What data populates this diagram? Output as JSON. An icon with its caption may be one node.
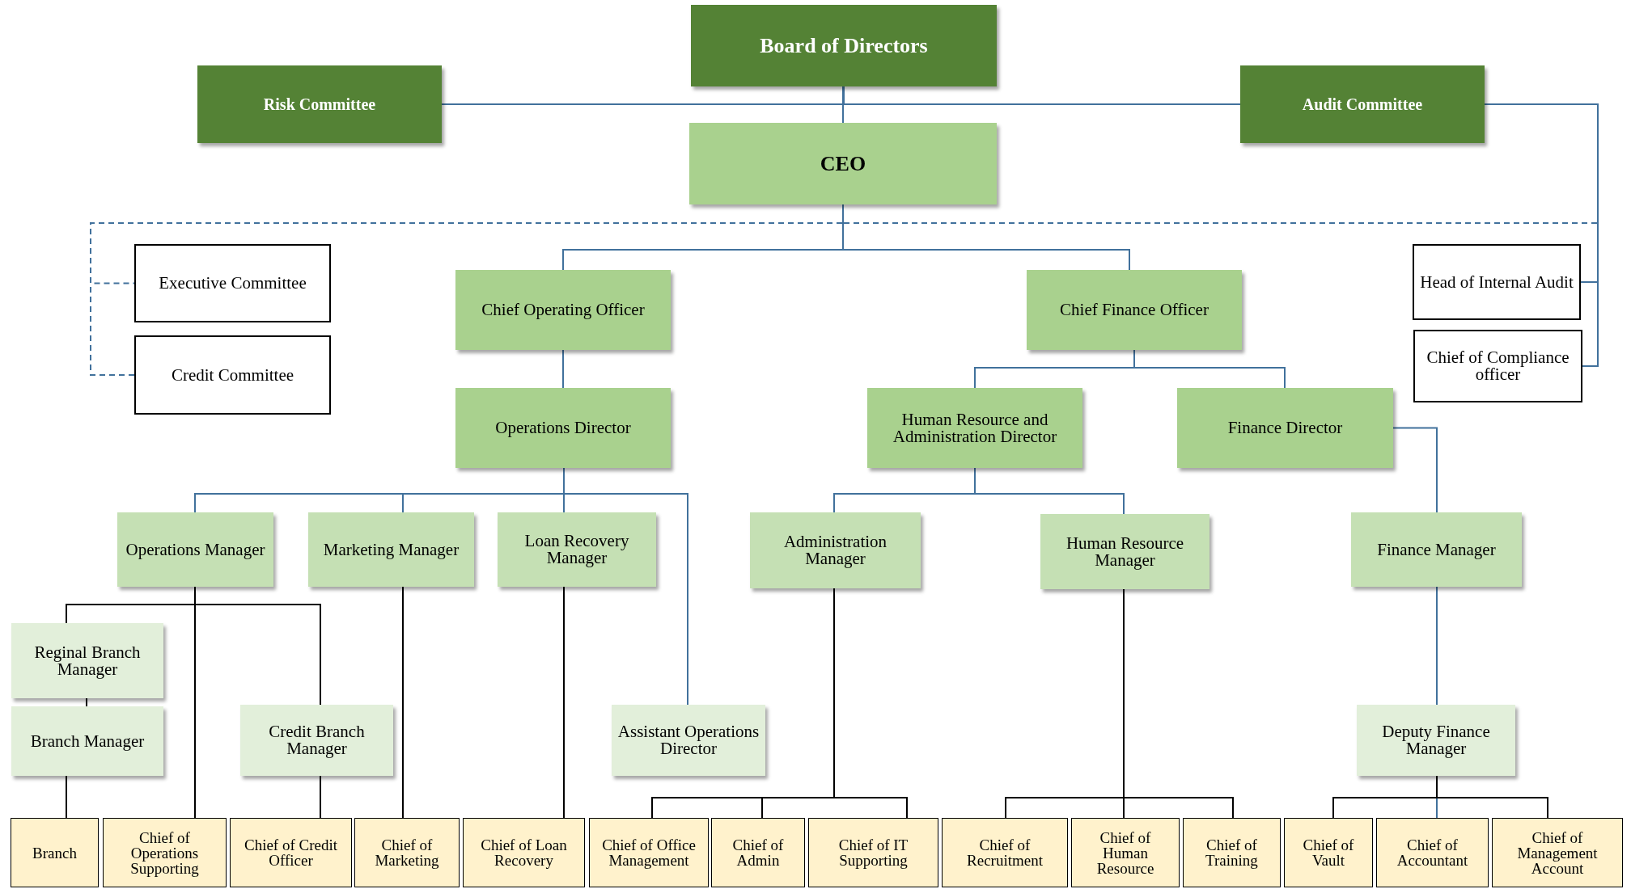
{
  "diagram": {
    "nodes": [
      {
        "text": [
          "Board of Directors"
        ]
      },
      {
        "text": [
          "Risk Committee"
        ]
      },
      {
        "text": [
          "Audit Committee"
        ]
      },
      {
        "text": [
          "CEO"
        ]
      },
      {
        "text": [
          "Executive Committee"
        ]
      },
      {
        "text": [
          "Credit Committee"
        ]
      },
      {
        "text": [
          "Head of Internal Audit"
        ]
      },
      {
        "text": [
          "Chief of Compliance officer"
        ]
      },
      {
        "text": [
          "Chief Operating Officer"
        ]
      },
      {
        "text": [
          "Chief Finance Officer"
        ]
      },
      {
        "text": [
          "Operations Director"
        ]
      },
      {
        "text": [
          "Human Resource and Administration Director"
        ]
      },
      {
        "text": [
          "Finance Director"
        ]
      },
      {
        "text": [
          "Operations Manager"
        ]
      },
      {
        "text": [
          "Marketing Manager"
        ]
      },
      {
        "text": [
          "Loan Recovery Manager"
        ]
      },
      {
        "text": [
          "Administration Manager"
        ]
      },
      {
        "text": [
          "Human Resource Manager"
        ]
      },
      {
        "text": [
          "Finance Manager"
        ]
      },
      {
        "text": [
          "Reginal Branch Manager"
        ]
      },
      {
        "text": [
          "Branch Manager"
        ]
      },
      {
        "text": [
          "Credit Branch Manager"
        ]
      },
      {
        "text": [
          "Assistant Operations Director"
        ]
      },
      {
        "text": [
          "Deputy Finance Manager"
        ]
      },
      {
        "text": [
          "Branch"
        ]
      },
      {
        "text": [
          "Chief of Operations Supporting"
        ]
      },
      {
        "text": [
          "Chief of Credit Officer"
        ]
      },
      {
        "text": [
          "Chief of Marketing"
        ]
      },
      {
        "text": [
          "Chief of Loan Recovery"
        ]
      },
      {
        "text": [
          "Chief of Office Management"
        ]
      },
      {
        "text": [
          "Chief of Admin"
        ]
      },
      {
        "text": [
          "Chief of IT Supporting"
        ]
      },
      {
        "text": [
          "Chief of Recruitment"
        ]
      },
      {
        "text": [
          "Chief of Human Resource"
        ]
      },
      {
        "text": [
          "Chief of Training"
        ]
      },
      {
        "text": [
          "Chief of Vault"
        ]
      },
      {
        "text": [
          "Chief of Accountant"
        ]
      },
      {
        "text": [
          "Chief of Management Account"
        ]
      }
    ],
    "edges": [
      {
        "from": 0,
        "to": 1,
        "arrow": "none"
      },
      {
        "from": 0,
        "to": 2,
        "arrow": "none"
      },
      {
        "from": 0,
        "to": 3,
        "arrow": "none"
      },
      {
        "from": 3,
        "to": 4,
        "arrow": "none",
        "style": "dashed"
      },
      {
        "from": 3,
        "to": 5,
        "arrow": "none",
        "style": "dashed"
      },
      {
        "from": 3,
        "to": 6,
        "arrow": "none",
        "style": "dashed"
      },
      {
        "from": 3,
        "to": 7,
        "arrow": "none",
        "style": "dashed"
      },
      {
        "from": 2,
        "to": 6,
        "arrow": "none"
      },
      {
        "from": 2,
        "to": 7,
        "arrow": "none"
      },
      {
        "from": 3,
        "to": 8,
        "arrow": "none"
      },
      {
        "from": 3,
        "to": 9,
        "arrow": "none"
      },
      {
        "from": 8,
        "to": 10,
        "arrow": "none"
      },
      {
        "from": 9,
        "to": 11,
        "arrow": "none"
      },
      {
        "from": 9,
        "to": 12,
        "arrow": "none"
      },
      {
        "from": 10,
        "to": 13,
        "arrow": "none"
      },
      {
        "from": 10,
        "to": 14,
        "arrow": "none"
      },
      {
        "from": 10,
        "to": 15,
        "arrow": "none"
      },
      {
        "from": 10,
        "to": 22,
        "arrow": "none"
      },
      {
        "from": 11,
        "to": 16,
        "arrow": "none"
      },
      {
        "from": 11,
        "to": 17,
        "arrow": "none"
      },
      {
        "from": 12,
        "to": 18,
        "arrow": "none"
      },
      {
        "from": 13,
        "to": 19,
        "arrow": "none",
        "color": "#000000"
      },
      {
        "from": 13,
        "to": 25,
        "arrow": "none",
        "color": "#000000"
      },
      {
        "from": 13,
        "to": 21,
        "arrow": "none",
        "color": "#000000"
      },
      {
        "from": 19,
        "to": 20,
        "arrow": "none",
        "color": "#000000"
      },
      {
        "from": 20,
        "to": 24,
        "arrow": "none",
        "color": "#000000"
      },
      {
        "from": 21,
        "to": 26,
        "arrow": "none",
        "color": "#000000"
      },
      {
        "from": 14,
        "to": 27,
        "arrow": "none",
        "color": "#000000"
      },
      {
        "from": 15,
        "to": 28,
        "arrow": "none",
        "color": "#000000"
      },
      {
        "from": 16,
        "to": 29,
        "arrow": "none",
        "color": "#000000"
      },
      {
        "from": 16,
        "to": 30,
        "arrow": "none",
        "color": "#000000"
      },
      {
        "from": 16,
        "to": 31,
        "arrow": "none",
        "color": "#000000"
      },
      {
        "from": 17,
        "to": 32,
        "arrow": "none",
        "color": "#000000"
      },
      {
        "from": 17,
        "to": 33,
        "arrow": "none",
        "color": "#000000"
      },
      {
        "from": 17,
        "to": 34,
        "arrow": "none",
        "color": "#000000"
      },
      {
        "from": 18,
        "to": 23,
        "arrow": "none"
      },
      {
        "from": 23,
        "to": 35,
        "arrow": "none",
        "color": "#000000"
      },
      {
        "from": 23,
        "to": 36,
        "arrow": "none"
      },
      {
        "from": 23,
        "to": 37,
        "arrow": "none",
        "color": "#000000"
      }
    ]
  }
}
